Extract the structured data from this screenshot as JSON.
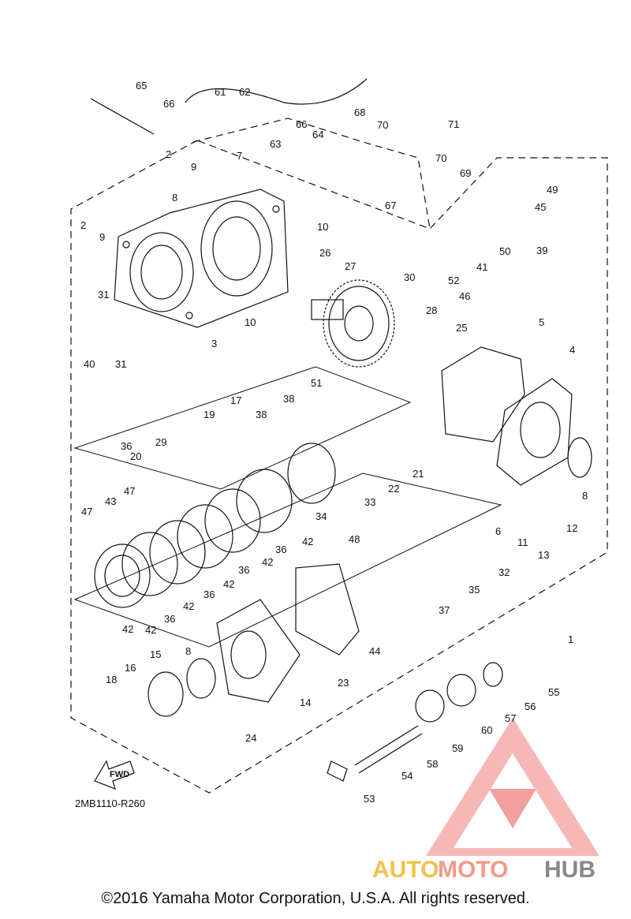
{
  "diagram": {
    "drawing_code": "2MB1110-R260",
    "fwd_label": "FWD",
    "copyright": "©2016 Yamaha Motor Corporation, U.S.A. All rights reserved.",
    "callouts": [
      "1",
      "2",
      "2",
      "3",
      "4",
      "5",
      "6",
      "7",
      "8",
      "8",
      "8",
      "9",
      "9",
      "10",
      "10",
      "11",
      "12",
      "13",
      "14",
      "15",
      "16",
      "17",
      "18",
      "19",
      "20",
      "21",
      "22",
      "23",
      "24",
      "25",
      "26",
      "27",
      "28",
      "29",
      "30",
      "31",
      "31",
      "32",
      "33",
      "34",
      "35",
      "36",
      "36",
      "36",
      "36",
      "36",
      "37",
      "38",
      "38",
      "39",
      "40",
      "41",
      "42",
      "42",
      "42",
      "42",
      "42",
      "42",
      "43",
      "44",
      "45",
      "46",
      "47",
      "47",
      "48",
      "49",
      "50",
      "51",
      "52",
      "53",
      "54",
      "55",
      "56",
      "57",
      "58",
      "59",
      "60",
      "61",
      "62",
      "63",
      "64",
      "65",
      "66",
      "66",
      "67",
      "68",
      "69",
      "70",
      "70",
      "71"
    ]
  },
  "watermark": {
    "part1": "AUTO",
    "part2": "MOTO",
    "part3": "HUB",
    "colors": {
      "auto": "#f2c04a",
      "moto": "#f29a8a",
      "hub": "#888888",
      "logo": "#f08080"
    }
  }
}
